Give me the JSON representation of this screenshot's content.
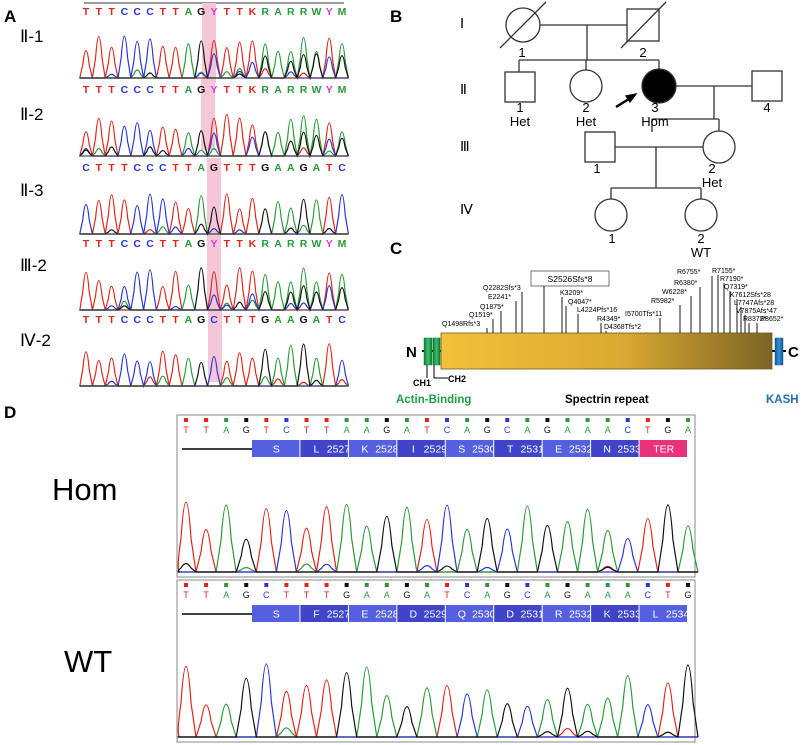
{
  "panel_labels": {
    "a": "A",
    "b": "B",
    "c": "C",
    "d": "D"
  },
  "panel_a": {
    "tracks": [
      {
        "label": "Ⅱ-1",
        "bases": "TTTCCCTTAGYTTKRARRWYM"
      },
      {
        "label": "Ⅱ-2",
        "bases": "TTTCCCTTAGYTTKRARRWYM"
      },
      {
        "label": "Ⅱ-3",
        "bases": "CTTTCCCTTAGTTTGAAGATC"
      },
      {
        "label": "Ⅲ-2",
        "bases": "TTTCCCTTAGYTTKRARRWYM"
      },
      {
        "label": "Ⅳ-2",
        "bases": "TTTCCCTTAGCTTTGAAGATC"
      }
    ]
  },
  "panel_b": {
    "generations": [
      "Ⅰ",
      "Ⅱ",
      "Ⅲ",
      "Ⅳ"
    ],
    "individuals": {
      "i1": {
        "num": "1"
      },
      "i2": {
        "num": "2"
      },
      "ii1": {
        "num": "1",
        "genotype": "Het"
      },
      "ii2": {
        "num": "2",
        "genotype": "Het"
      },
      "ii3": {
        "num": "3",
        "genotype": "Hom"
      },
      "ii4": {
        "num": "4"
      },
      "iii1": {
        "num": "1"
      },
      "iii2": {
        "num": "2",
        "genotype": "Het"
      },
      "iv1": {
        "num": "1"
      },
      "iv2": {
        "num": "2",
        "genotype": "WT"
      }
    }
  },
  "panel_c": {
    "n_label": "N",
    "c_label": "C",
    "ch1": "CH1",
    "ch2": "CH2",
    "actin_binding": "Actin-Binding",
    "spectrin": "Spectrin repeat",
    "kash": "KASH",
    "boxed_variant": "S2526Sfs*8",
    "variants": [
      "Q1498Rfs*3",
      "Q1519*",
      "Q1875*",
      "E2241*",
      "Q2282Sfs*3",
      "K3209*",
      "Q4047*",
      "L4224Pfs*16",
      "R4349*",
      "D4368Tfs*2",
      "I5700Tfs*11",
      "R5982*",
      "W6228*",
      "R6380*",
      "R6755*",
      "R7155*",
      "R7190*",
      "Q7319*",
      "K7612Sfs*28",
      "L7747Afs*28",
      "V7875Afs*47",
      "R8372*",
      "R8652*"
    ],
    "colors": {
      "green": "#1e9e46",
      "gold_start": "#f3c13a",
      "gold_end": "#7c6425",
      "kash_blue": "#1f6fb3"
    }
  },
  "panel_d": {
    "hom": {
      "row_label": "Hom",
      "bases": [
        "T",
        "T",
        "A",
        "G",
        "T",
        "C",
        "T",
        "T",
        "A",
        "A",
        "G",
        "A",
        "T",
        "C",
        "A",
        "G",
        "C",
        "A",
        "G",
        "A",
        "A",
        "A",
        "C",
        "T",
        "G",
        "A"
      ],
      "residues": [
        {
          "aa": "S",
          "num": ""
        },
        {
          "aa": "L",
          "num": "2527"
        },
        {
          "aa": "K",
          "num": "2528"
        },
        {
          "aa": "I",
          "num": "2529"
        },
        {
          "aa": "S",
          "num": "2530"
        },
        {
          "aa": "T",
          "num": "2531"
        },
        {
          "aa": "E",
          "num": "2532"
        },
        {
          "aa": "N",
          "num": "2533"
        },
        {
          "aa": "TER",
          "num": ""
        }
      ]
    },
    "wt": {
      "row_label": "WT",
      "bases": [
        "T",
        "T",
        "A",
        "G",
        "C",
        "T",
        "T",
        "T",
        "G",
        "A",
        "A",
        "G",
        "A",
        "T",
        "C",
        "A",
        "G",
        "C",
        "A",
        "G",
        "A",
        "A",
        "A",
        "C",
        "T",
        "G"
      ],
      "residues": [
        {
          "aa": "S",
          "num": ""
        },
        {
          "aa": "F",
          "num": "2527"
        },
        {
          "aa": "E",
          "num": "2528"
        },
        {
          "aa": "D",
          "num": "2529"
        },
        {
          "aa": "Q",
          "num": "2530"
        },
        {
          "aa": "D",
          "num": "2531"
        },
        {
          "aa": "R",
          "num": "2532"
        },
        {
          "aa": "K",
          "num": "2533"
        },
        {
          "aa": "L",
          "num": "2534"
        }
      ]
    }
  }
}
